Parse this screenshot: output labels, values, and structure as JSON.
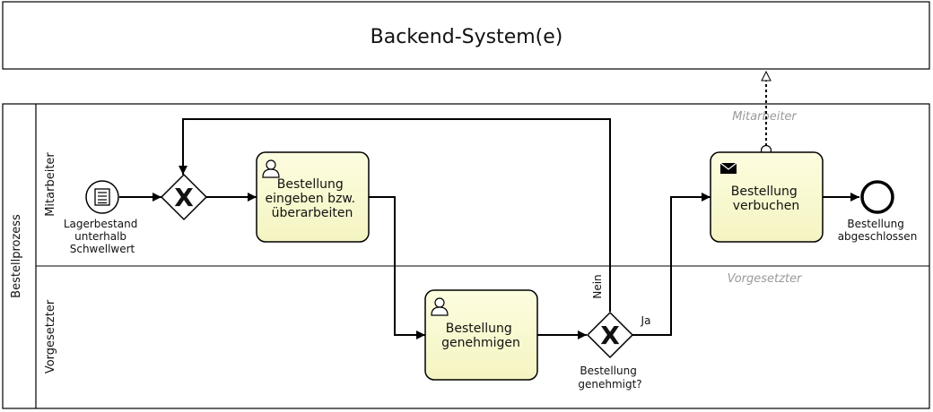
{
  "pools": {
    "backend": {
      "title": "Backend-System(e)"
    },
    "process": {
      "label": "Bestellprozess"
    }
  },
  "lanes": {
    "top": {
      "label": "Mitarbeiter",
      "watermark": "Mitarbeiter"
    },
    "bottom": {
      "label": "Vorgesetzter",
      "watermark": "Vorgesetzter"
    }
  },
  "events": {
    "start": {
      "icon": "conditional-event-icon",
      "label_lines": [
        "Lagerbestand",
        "unterhalb",
        "Schwellwert"
      ]
    },
    "end": {
      "label_lines": [
        "Bestellung",
        "abgeschlossen"
      ]
    }
  },
  "tasks": {
    "enter": {
      "icon": "user-task-icon",
      "label_lines": [
        "Bestellung",
        "eingeben bzw.",
        "überarbeiten"
      ]
    },
    "approve": {
      "icon": "user-task-icon",
      "label_lines": [
        "Bestellung",
        "genehmigen"
      ]
    },
    "book": {
      "icon": "send-task-icon",
      "label_lines": [
        "Bestellung",
        "verbuchen"
      ]
    }
  },
  "gateways": {
    "merge": {
      "marker": "X"
    },
    "decision": {
      "marker": "X",
      "label_lines": [
        "Bestellung",
        "genehmigt?"
      ]
    }
  },
  "flows": {
    "no_label": "Nein",
    "yes_label": "Ja"
  },
  "colors": {
    "task_fill": "#fcfcd4",
    "task_fill_edge": "#ededb5",
    "stroke": "#000000",
    "watermark": "#9a9a9a"
  }
}
